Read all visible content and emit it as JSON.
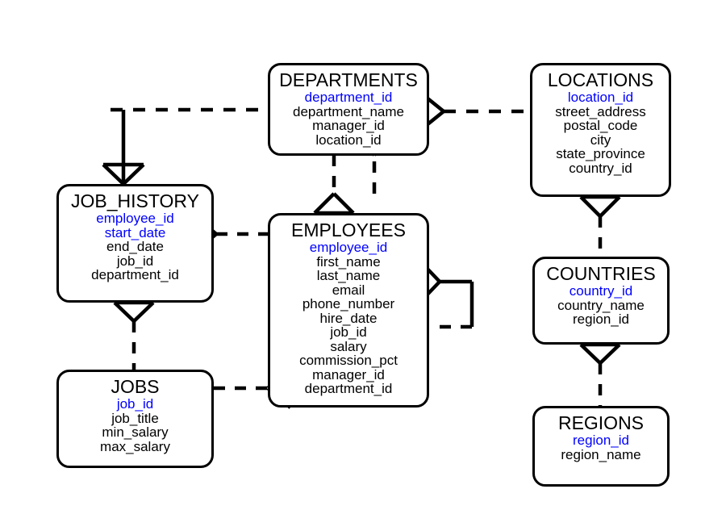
{
  "diagram": {
    "type": "entity-relationship-diagram",
    "notation": "crow's-foot",
    "colors": {
      "background": "#ffffff",
      "entity_border": "#000000",
      "entity_fill": "#ffffff",
      "text": "#000000",
      "primary_key_text": "#0000ff",
      "relationship_line": "#000000"
    },
    "entities": [
      {
        "id": "departments",
        "name": "DEPARTMENTS",
        "attributes": [
          {
            "name": "department_id",
            "key": true
          },
          {
            "name": "department_name",
            "key": false
          },
          {
            "name": "manager_id",
            "key": false
          },
          {
            "name": "location_id",
            "key": false
          }
        ]
      },
      {
        "id": "locations",
        "name": "LOCATIONS",
        "attributes": [
          {
            "name": "location_id",
            "key": true
          },
          {
            "name": "street_address",
            "key": false
          },
          {
            "name": "postal_code",
            "key": false
          },
          {
            "name": "city",
            "key": false
          },
          {
            "name": "state_province",
            "key": false
          },
          {
            "name": "country_id",
            "key": false
          }
        ]
      },
      {
        "id": "job_history",
        "name": "JOB_HISTORY",
        "attributes": [
          {
            "name": "employee_id",
            "key": true
          },
          {
            "name": "start_date",
            "key": true
          },
          {
            "name": "end_date",
            "key": false
          },
          {
            "name": "job_id",
            "key": false
          },
          {
            "name": "department_id",
            "key": false
          }
        ]
      },
      {
        "id": "employees",
        "name": "EMPLOYEES",
        "attributes": [
          {
            "name": "employee_id",
            "key": true
          },
          {
            "name": "first_name",
            "key": false
          },
          {
            "name": "last_name",
            "key": false
          },
          {
            "name": "email",
            "key": false
          },
          {
            "name": "phone_number",
            "key": false
          },
          {
            "name": "hire_date",
            "key": false
          },
          {
            "name": "job_id",
            "key": false
          },
          {
            "name": "salary",
            "key": false
          },
          {
            "name": "commission_pct",
            "key": false
          },
          {
            "name": "manager_id",
            "key": false
          },
          {
            "name": "department_id",
            "key": false
          }
        ]
      },
      {
        "id": "jobs",
        "name": "JOBS",
        "attributes": [
          {
            "name": "job_id",
            "key": true
          },
          {
            "name": "job_title",
            "key": false
          },
          {
            "name": "min_salary",
            "key": false
          },
          {
            "name": "max_salary",
            "key": false
          }
        ]
      },
      {
        "id": "countries",
        "name": "COUNTRIES",
        "attributes": [
          {
            "name": "country_id",
            "key": true
          },
          {
            "name": "country_name",
            "key": false
          },
          {
            "name": "region_id",
            "key": false
          }
        ]
      },
      {
        "id": "regions",
        "name": "REGIONS",
        "attributes": [
          {
            "name": "region_id",
            "key": true
          },
          {
            "name": "region_name",
            "key": false
          }
        ]
      }
    ],
    "relationships": [
      {
        "id": "departments-locations",
        "from": "locations",
        "to": "departments",
        "crows_foot_at": "departments",
        "line": "dashed"
      },
      {
        "id": "departments-job_history",
        "from": "departments",
        "to": "job_history",
        "crows_foot_at": "job_history",
        "line": "solid"
      },
      {
        "id": "departments-employees-dept",
        "from": "departments",
        "to": "employees",
        "crows_foot_at": "employees",
        "line": "dashed"
      },
      {
        "id": "employees-departments-mgr",
        "from": "employees",
        "to": "departments",
        "crows_foot_at": "departments",
        "line": "dashed"
      },
      {
        "id": "job_history-employees",
        "from": "employees",
        "to": "job_history",
        "crows_foot_at": "job_history",
        "line": "dashed"
      },
      {
        "id": "job_history-jobs",
        "from": "jobs",
        "to": "job_history",
        "crows_foot_at": "job_history",
        "line": "dashed"
      },
      {
        "id": "jobs-employees",
        "from": "jobs",
        "to": "employees",
        "crows_foot_at": "employees",
        "line": "dashed"
      },
      {
        "id": "employees-employees-manager",
        "from": "employees",
        "to": "employees",
        "crows_foot_at": "employees",
        "line": "mixed",
        "self_reference": true
      },
      {
        "id": "locations-countries",
        "from": "countries",
        "to": "locations",
        "crows_foot_at": "locations",
        "line": "dashed"
      },
      {
        "id": "countries-regions",
        "from": "regions",
        "to": "countries",
        "crows_foot_at": "countries",
        "line": "dashed"
      }
    ]
  }
}
